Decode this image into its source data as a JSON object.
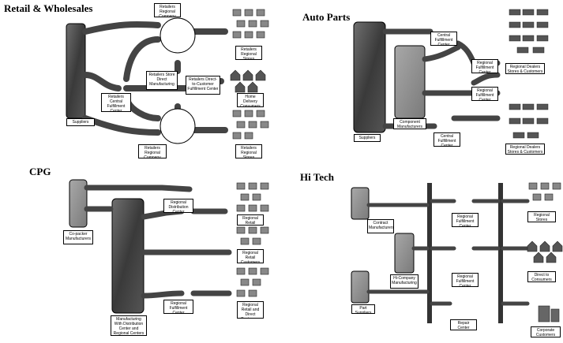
{
  "panels": {
    "retail": {
      "title": "Retail & Wholesales",
      "labels": {
        "suppliers": "Suppliers",
        "regional_cdc_top": "Retailers Regional Company",
        "central_dc": "Retailers Central Fulfillment Center",
        "store_manufacturing": "Retailers Store Direct Manufacturing",
        "direct_to_customer": "Retailers Direct-to-Customer Fulfillment Center",
        "regional_cdc_bottom": "Retailers Regional Company",
        "stores_top": "Retailers Regional Stores",
        "home_delivery": "Home Delivery Consumers",
        "stores_bottom": "Retailers Regional Stores"
      }
    },
    "auto": {
      "title": "Auto Parts",
      "labels": {
        "suppliers": "Suppliers",
        "component_manufacturers": "Component Manufacturers",
        "central_fc_top": "Central Fulfillment Center",
        "regional_fc_top": "Regional Fulfillment Center",
        "regional_dealers_top": "Regional Dealers Stores & Customers",
        "regional_fc_mid": "Regional Fulfillment Center",
        "central_fc_bottom": "Central Fulfillment Center",
        "regional_dealers_bottom": "Regional Dealers Stores & Customers"
      }
    },
    "cpg": {
      "title": "CPG",
      "labels": {
        "co_packer": "Co-packer Manufacturers",
        "manufacturing": "Manufacturing With Distribution Center and Regional Centers",
        "regional_dc_top": "Regional Distribution Center",
        "regional_dc_bottom": "Regional Fulfillment Center",
        "retail_top": "Regional Retail Customers",
        "retail_mid": "Regional Retail Customers",
        "retail_bottom": "Regional Retail and Direct Customers"
      }
    },
    "hitech": {
      "title": "Hi Tech",
      "labels": {
        "contract_mfg": "Contract Manufacturers",
        "oem_mfg": "Hi-Company Manufacturing",
        "part_suppliers": "Part Suppliers",
        "regional_fc_top": "Regional Fulfillment Center",
        "regional_fc_mid": "Regional Fulfillment Center",
        "repair_center": "Repair Center",
        "regional_stores": "Regional Stores",
        "direct_customers": "Direct to Consumers",
        "corporate_customers": "Corporate Customers"
      }
    }
  }
}
